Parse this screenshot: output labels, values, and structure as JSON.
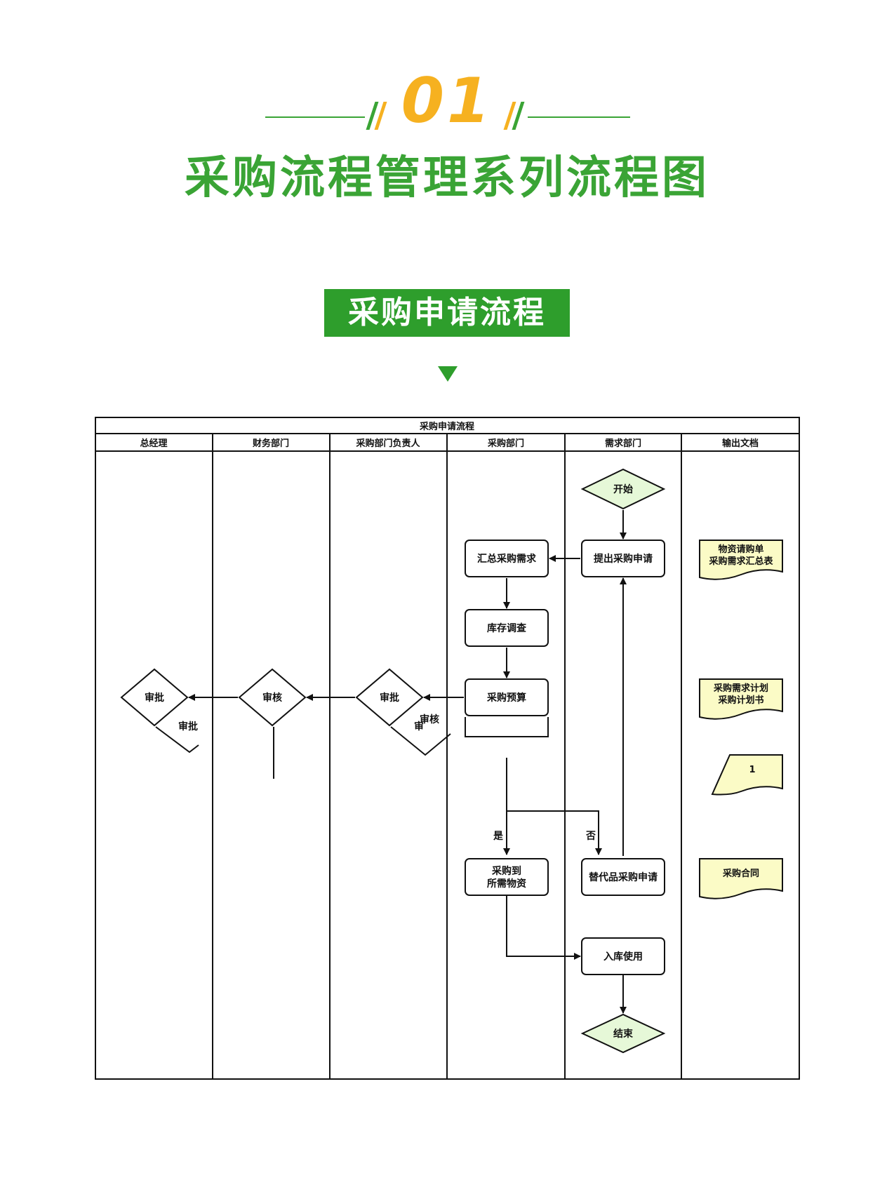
{
  "header": {
    "number": "01",
    "title": "采购流程管理系列流程图",
    "section_label": "采购申请流程"
  },
  "colors": {
    "brand_green": "#3aa435",
    "accent_orange": "#f6b120",
    "terminal_fill": "#e6f8d8",
    "document_fill": "#fbfbc6"
  },
  "flowchart": {
    "title": "采购申请流程",
    "lanes": [
      "总经理",
      "财务部门",
      "采购部门负责人",
      "采购部门",
      "需求部门",
      "输出文档"
    ],
    "nodes": {
      "start": "开始",
      "request": "提出采购申请",
      "summarize": "汇总采购需求",
      "inventory": "库存调查",
      "budget": "采购预算",
      "review_head": "审批",
      "review_finance": "审核",
      "review_gm": "审批",
      "gm_branch": "审批",
      "head_branch_a": "审核",
      "head_branch_b": "审",
      "buy": [
        "采购到",
        "所需物资"
      ],
      "substitute": "替代品采购申请",
      "warehouse": "入库使用",
      "end": "结束"
    },
    "edge_labels": {
      "yes": "是",
      "no": "否"
    },
    "documents": [
      [
        "物资请购单",
        "采购需求汇总表"
      ],
      [
        "采购需求计划",
        "采购计划书"
      ],
      [
        "采购合同"
      ]
    ],
    "partial_doc_text": "1"
  }
}
